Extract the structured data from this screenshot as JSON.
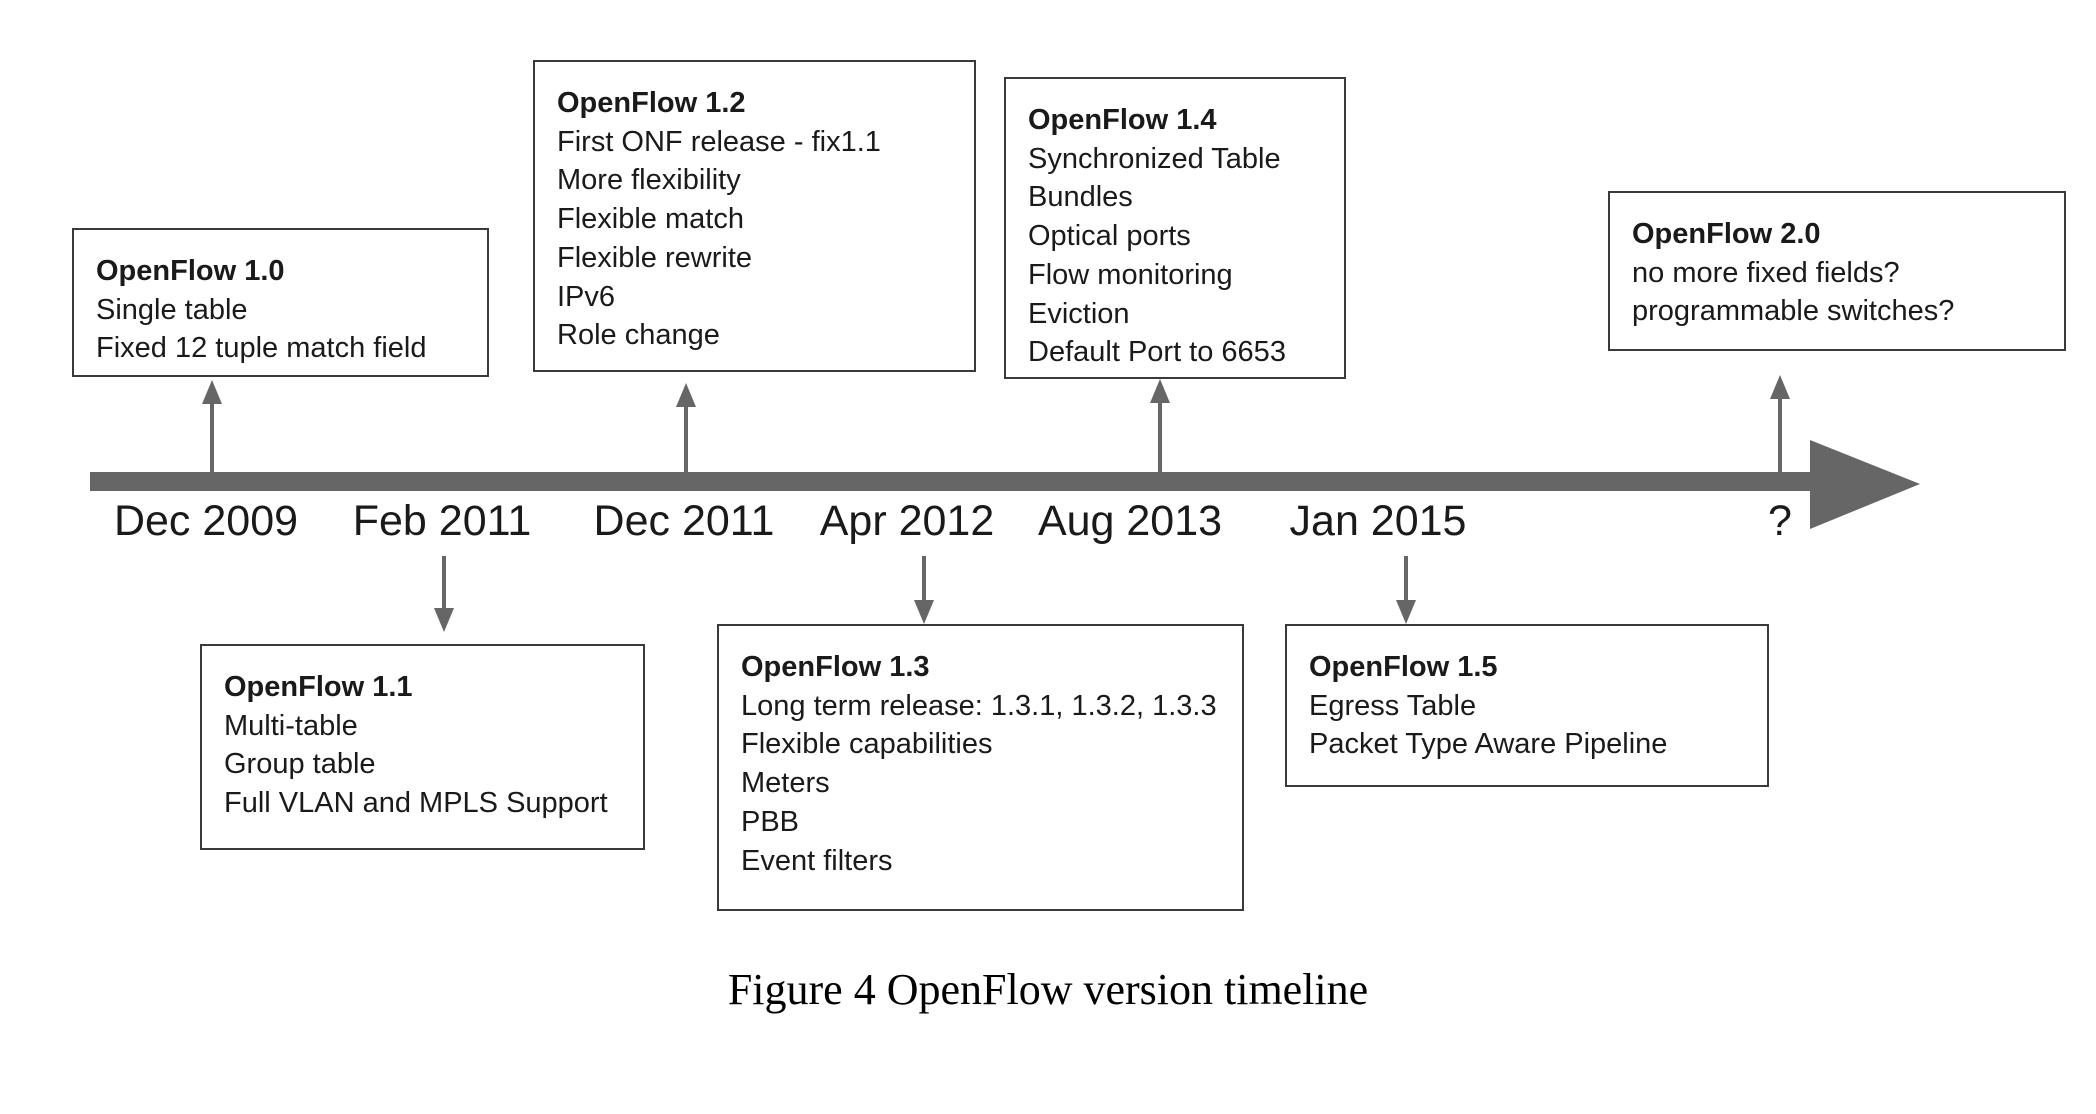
{
  "caption": "Figure 4 OpenFlow version timeline",
  "colors": {
    "axis": "#666666",
    "box_border": "#3a3a3a",
    "text": "#1a1a1a"
  },
  "dates": [
    "Dec 2009",
    "Feb 2011",
    "Dec 2011",
    "Apr 2012",
    "Aug 2013",
    "Jan 2015",
    "?"
  ],
  "versions": [
    {
      "title": "OpenFlow 1.0",
      "date": "Dec 2009",
      "side": "above",
      "lines": [
        "Single table",
        "Fixed 12 tuple match field"
      ]
    },
    {
      "title": "OpenFlow 1.1",
      "date": "Feb 2011",
      "side": "below",
      "lines": [
        "Multi-table",
        "Group table",
        "Full VLAN and MPLS Support"
      ]
    },
    {
      "title": "OpenFlow 1.2",
      "date": "Dec 2011",
      "side": "above",
      "lines": [
        "First ONF release - fix1.1",
        "More flexibility",
        "Flexible match",
        "Flexible rewrite",
        "IPv6",
        "Role change"
      ]
    },
    {
      "title": "OpenFlow 1.3",
      "date": "Apr 2012",
      "side": "below",
      "lines": [
        "Long term release: 1.3.1, 1.3.2, 1.3.3",
        "Flexible capabilities",
        "Meters",
        "PBB",
        "Event filters"
      ]
    },
    {
      "title": "OpenFlow 1.4",
      "date": "Aug 2013",
      "side": "above",
      "lines": [
        "Synchronized Table",
        "Bundles",
        "Optical ports",
        "Flow monitoring",
        "Eviction",
        "Default Port to 6653"
      ]
    },
    {
      "title": "OpenFlow 1.5",
      "date": "Jan 2015",
      "side": "below",
      "lines": [
        "Egress Table",
        "Packet Type Aware Pipeline"
      ]
    },
    {
      "title": "OpenFlow 2.0",
      "date": "?",
      "side": "above",
      "lines": [
        "no more fixed fields?",
        "programmable switches?"
      ]
    }
  ]
}
